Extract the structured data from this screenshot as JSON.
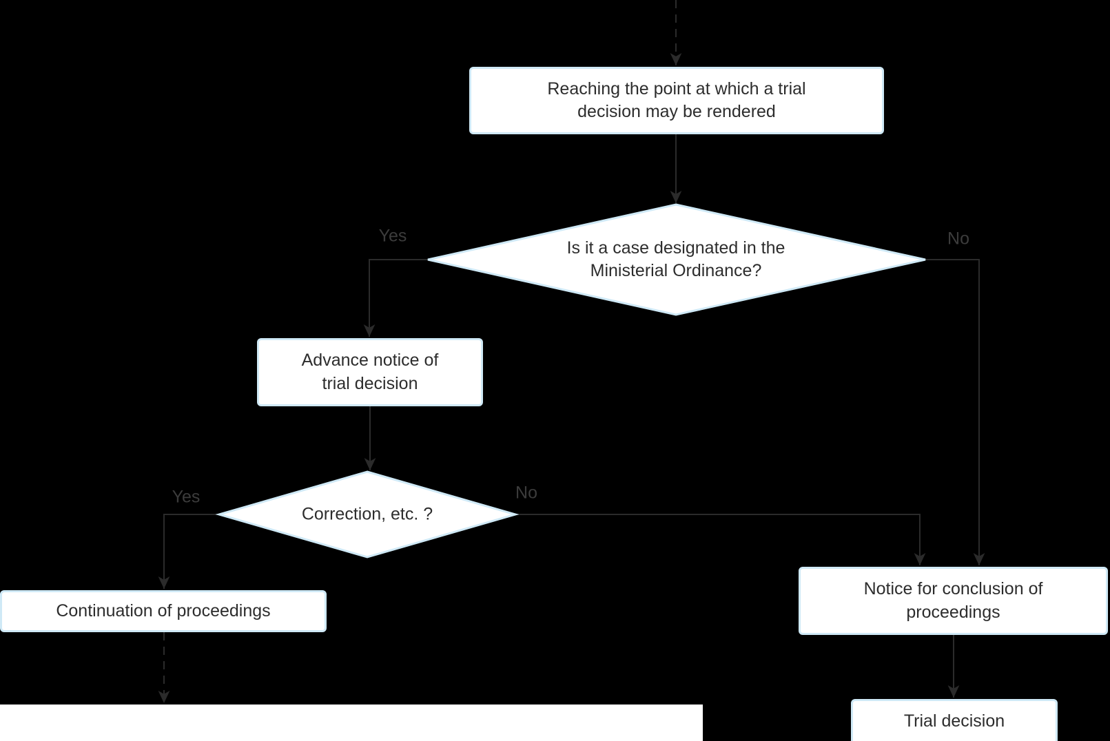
{
  "flowchart": {
    "nodes": {
      "start": {
        "label": "Reaching the point at which a trial decision may be rendered"
      },
      "decision_ministerial": {
        "label": "Is it a case designated in the Ministerial Ordinance?"
      },
      "advance_notice": {
        "label": "Advance notice of trial decision"
      },
      "decision_correction": {
        "label": "Correction, etc. ?"
      },
      "continuation": {
        "label": "Continuation of proceedings"
      },
      "notice_conclusion": {
        "label": "Notice for conclusion of proceedings"
      },
      "trial_decision": {
        "label": "Trial decision"
      }
    },
    "edge_labels": {
      "ministerial_yes": "Yes",
      "ministerial_no": "No",
      "correction_yes": "Yes",
      "correction_no": "No"
    },
    "colors": {
      "background": "#000000",
      "node_fill": "#ffffff",
      "node_border": "#cfe9f6",
      "node_text": "#2d2d2d",
      "connector": "#2b2b2b",
      "edge_label_text": "#3c3c3c",
      "bottom_area": "#ffffff"
    }
  }
}
